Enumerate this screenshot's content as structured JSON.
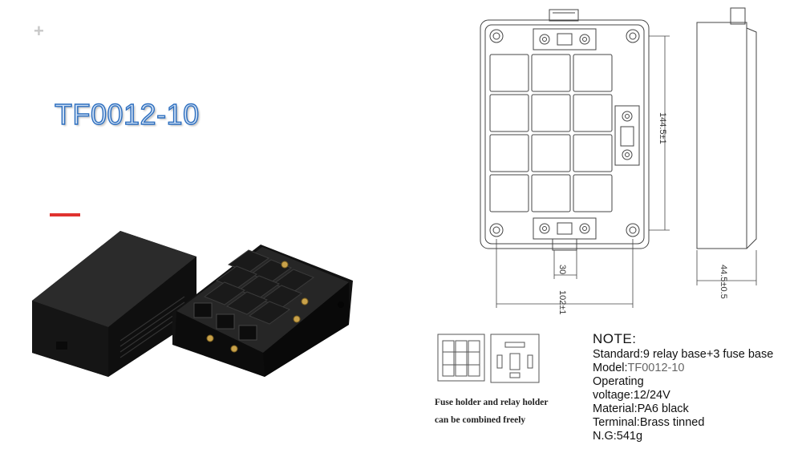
{
  "title": "TF0012-10",
  "drawing": {
    "dim_height": "144.5±1",
    "dim_tab": "30",
    "dim_width": "102±1",
    "dim_depth": "44.5±0.5"
  },
  "caption": {
    "line1": "Fuse holder and relay holder",
    "line2": "can be combined freely"
  },
  "note": {
    "heading": "NOTE:",
    "standard": "Standard:9 relay base+3 fuse base",
    "model_label": "Model:",
    "model_value": "TF0012-10",
    "operating": "Operating",
    "voltage": "voltage:12/24V",
    "material": "Material:PA6 black",
    "terminal": "Terminal:Brass tinned",
    "weight": "N.G:541g"
  }
}
